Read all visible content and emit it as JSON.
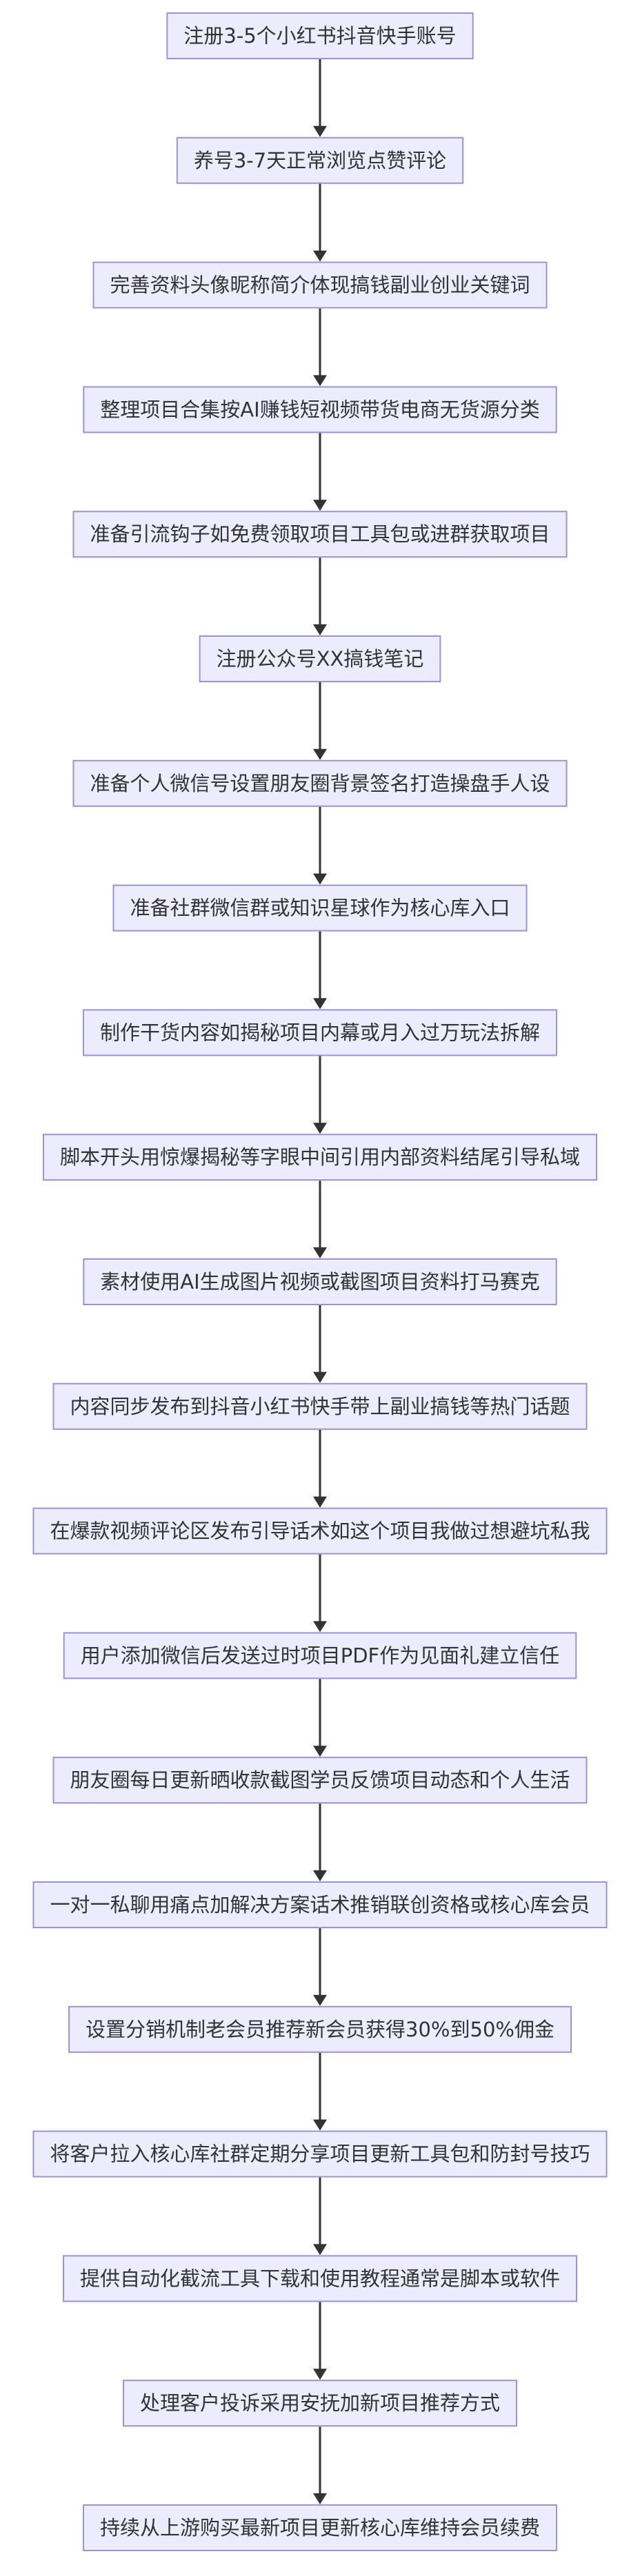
{
  "diagram": {
    "type": "vertical-flowchart",
    "direction": "top-to-bottom",
    "colors": {
      "node_fill": "#ececfe",
      "node_border": "#9c93d6",
      "text": "#333333",
      "edge": "#333333",
      "background": "#ffffff"
    },
    "nodes": [
      {
        "label": "注册3-5个小红书抖音快手账号"
      },
      {
        "label": "养号3-7天正常浏览点赞评论"
      },
      {
        "label": "完善资料头像昵称简介体现搞钱副业创业关键词"
      },
      {
        "label": "整理项目合集按AI赚钱短视频带货电商无货源分类"
      },
      {
        "label": "准备引流钩子如免费领取项目工具包或进群获取项目"
      },
      {
        "label": "注册公众号XX搞钱笔记"
      },
      {
        "label": "准备个人微信号设置朋友圈背景签名打造操盘手人设"
      },
      {
        "label": "准备社群微信群或知识星球作为核心库入口"
      },
      {
        "label": "制作干货内容如揭秘项目内幕或月入过万玩法拆解"
      },
      {
        "label": "脚本开头用惊爆揭秘等字眼中间引用内部资料结尾引导私域"
      },
      {
        "label": "素材使用AI生成图片视频或截图项目资料打马赛克"
      },
      {
        "label": "内容同步发布到抖音小红书快手带上副业搞钱等热门话题"
      },
      {
        "label": "在爆款视频评论区发布引导话术如这个项目我做过想避坑私我"
      },
      {
        "label": "用户添加微信后发送过时项目PDF作为见面礼建立信任"
      },
      {
        "label": "朋友圈每日更新晒收款截图学员反馈项目动态和个人生活"
      },
      {
        "label": "一对一私聊用痛点加解决方案话术推销联创资格或核心库会员"
      },
      {
        "label": "设置分销机制老会员推荐新会员获得30%到50%佣金"
      },
      {
        "label": "将客户拉入核心库社群定期分享项目更新工具包和防封号技巧"
      },
      {
        "label": "提供自动化截流工具下载和使用教程通常是脚本或软件"
      },
      {
        "label": "处理客户投诉采用安抚加新项目推荐方式"
      },
      {
        "label": "持续从上游购买最新项目更新核心库维持会员续费"
      }
    ]
  }
}
